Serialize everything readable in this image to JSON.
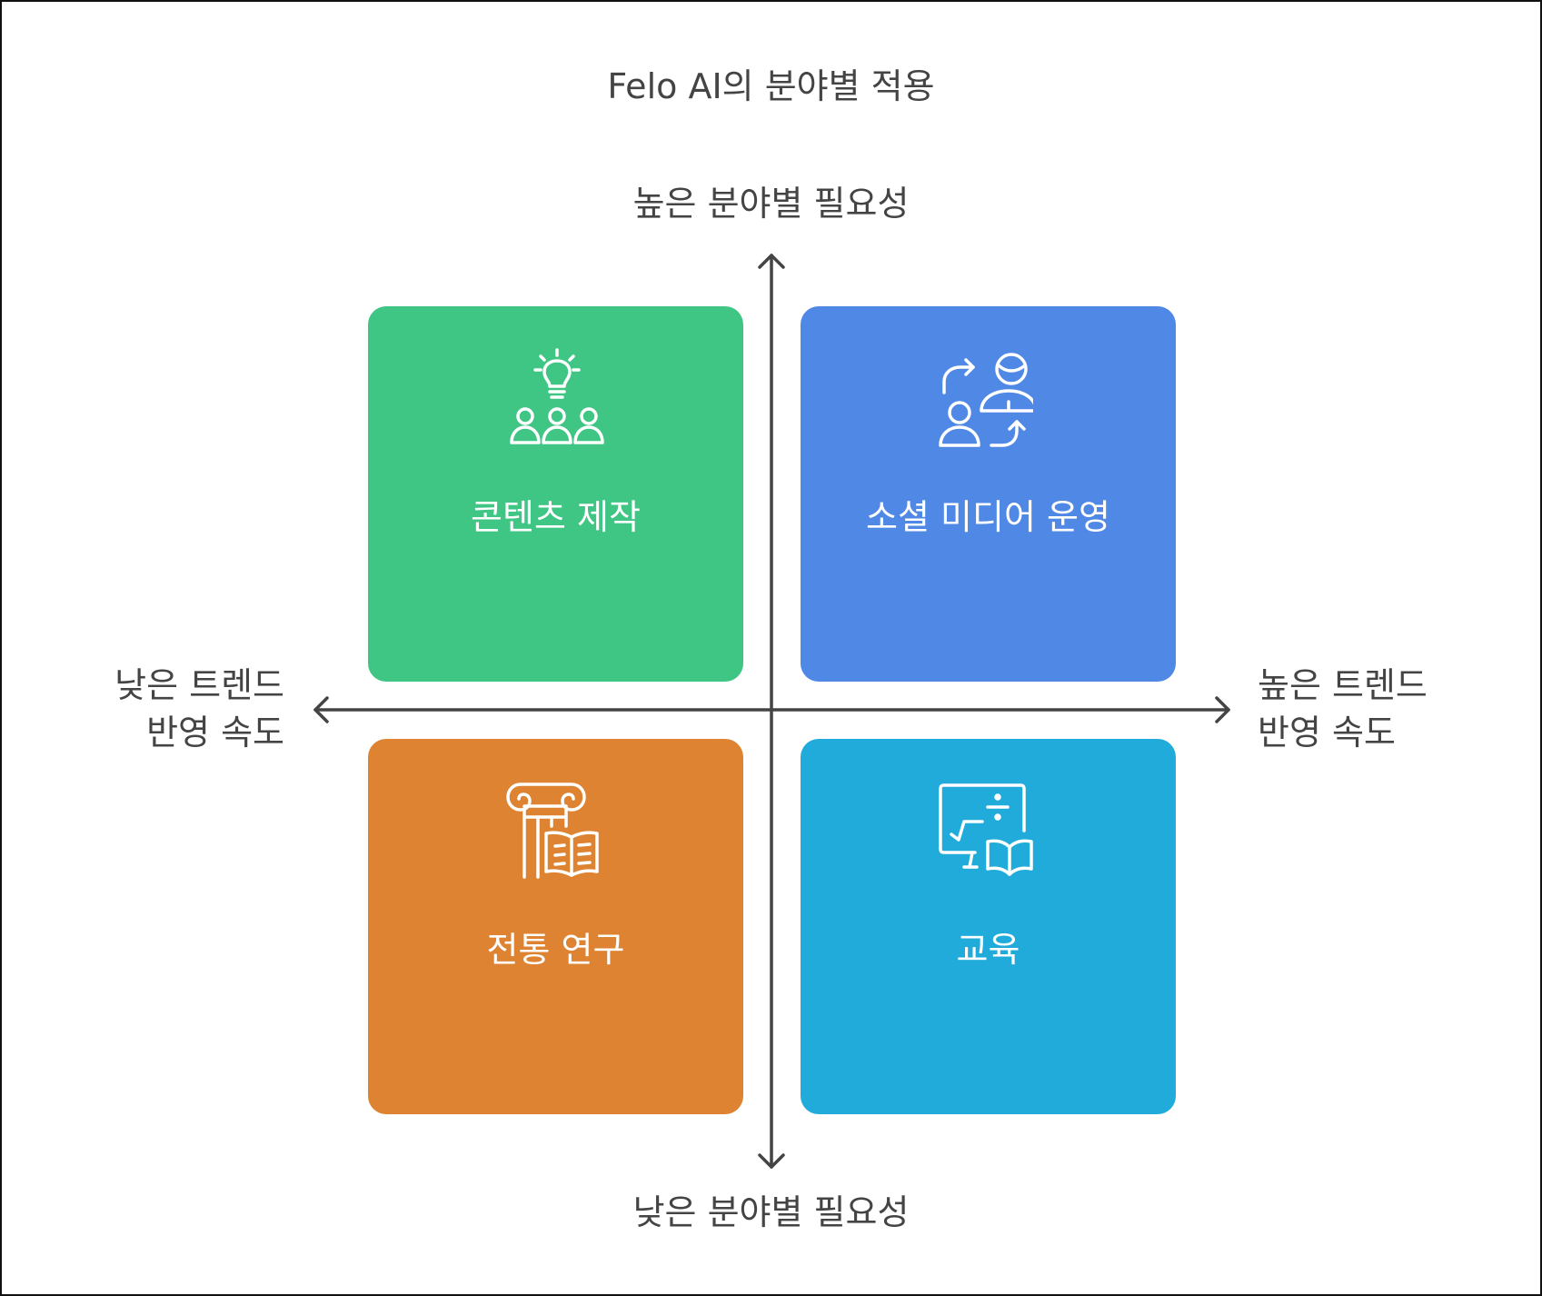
{
  "title": "Felo AI의 분야별 적용",
  "axes": {
    "y_high": "높은 분야별 필요성",
    "y_low": "낮은 분야별 필요성",
    "x_low": {
      "line1": "낮은 트렌드",
      "line2": "반영 속도"
    },
    "x_high": {
      "line1": "높은 트렌드",
      "line2": "반영 속도"
    },
    "line_color": "#444444"
  },
  "quadrants": [
    {
      "position": "top-left",
      "label": "콘텐츠 제작",
      "icon": "lightbulb-people-icon",
      "color": "#3FC685"
    },
    {
      "position": "top-right",
      "label": "소셜 미디어 운영",
      "icon": "people-exchange-icon",
      "color": "#4F88E5"
    },
    {
      "position": "bottom-left",
      "label": "전통 연구",
      "icon": "column-book-icon",
      "color": "#DE8331"
    },
    {
      "position": "bottom-right",
      "label": "교육",
      "icon": "board-math-book-icon",
      "color": "#21ABDA"
    }
  ]
}
